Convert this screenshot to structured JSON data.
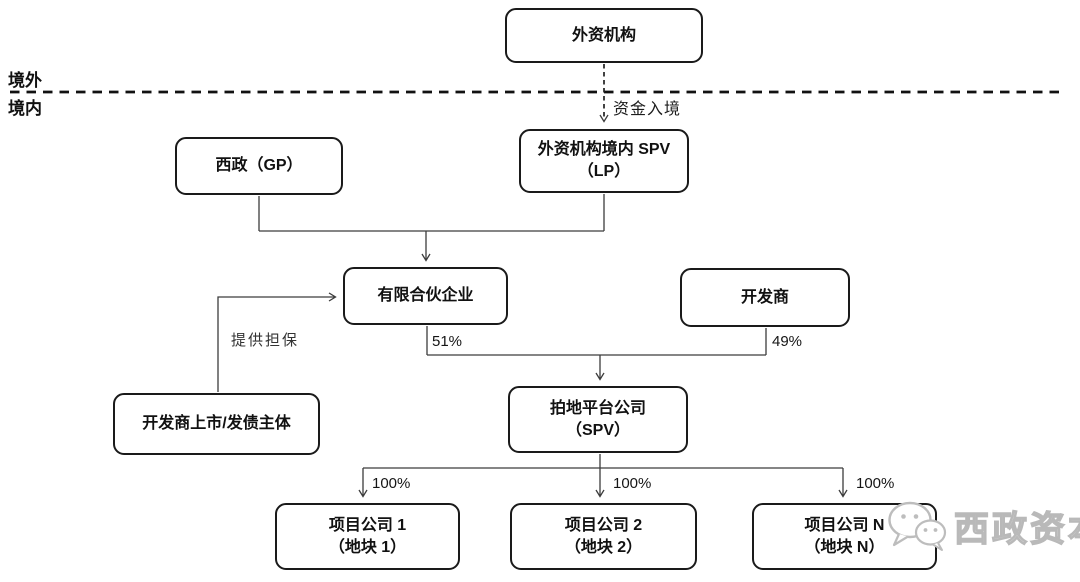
{
  "diagram": {
    "regions": {
      "offshore": "境外",
      "onshore": "境内"
    },
    "nodes": {
      "foreign_institution": {
        "lines": [
          "外资机构"
        ]
      },
      "xizheng_gp": {
        "lines": [
          "西政（GP）"
        ]
      },
      "domestic_spv": {
        "lines": [
          "外资机构境内 SPV",
          "（LP）"
        ]
      },
      "limited_partnership": {
        "lines": [
          "有限合伙企业"
        ]
      },
      "developer": {
        "lines": [
          "开发商"
        ]
      },
      "developer_bond_issuer": {
        "lines": [
          "开发商上市/发债主体"
        ]
      },
      "land_platform": {
        "lines": [
          "拍地平台公司",
          "（SPV）"
        ]
      },
      "project_company_1": {
        "lines": [
          "项目公司 1",
          "（地块 1）"
        ]
      },
      "project_company_2": {
        "lines": [
          "项目公司 2",
          "（地块 2）"
        ]
      },
      "project_company_n": {
        "lines": [
          "项目公司 N",
          "（地块 N）"
        ]
      }
    },
    "labels": {
      "capital_inflow": "资金入境",
      "guarantee": "提供担保",
      "partnership_stake": "51%",
      "developer_stake": "49%",
      "project_stake_1": "100%",
      "project_stake_2": "100%",
      "project_stake_n": "100%"
    },
    "watermark": {
      "brand": "西政资本",
      "icon": "wechat-icon"
    },
    "colors": {
      "box_border": "#1a1a1a",
      "line": "#3c3c3c",
      "watermark": "#b9b9b9"
    }
  }
}
